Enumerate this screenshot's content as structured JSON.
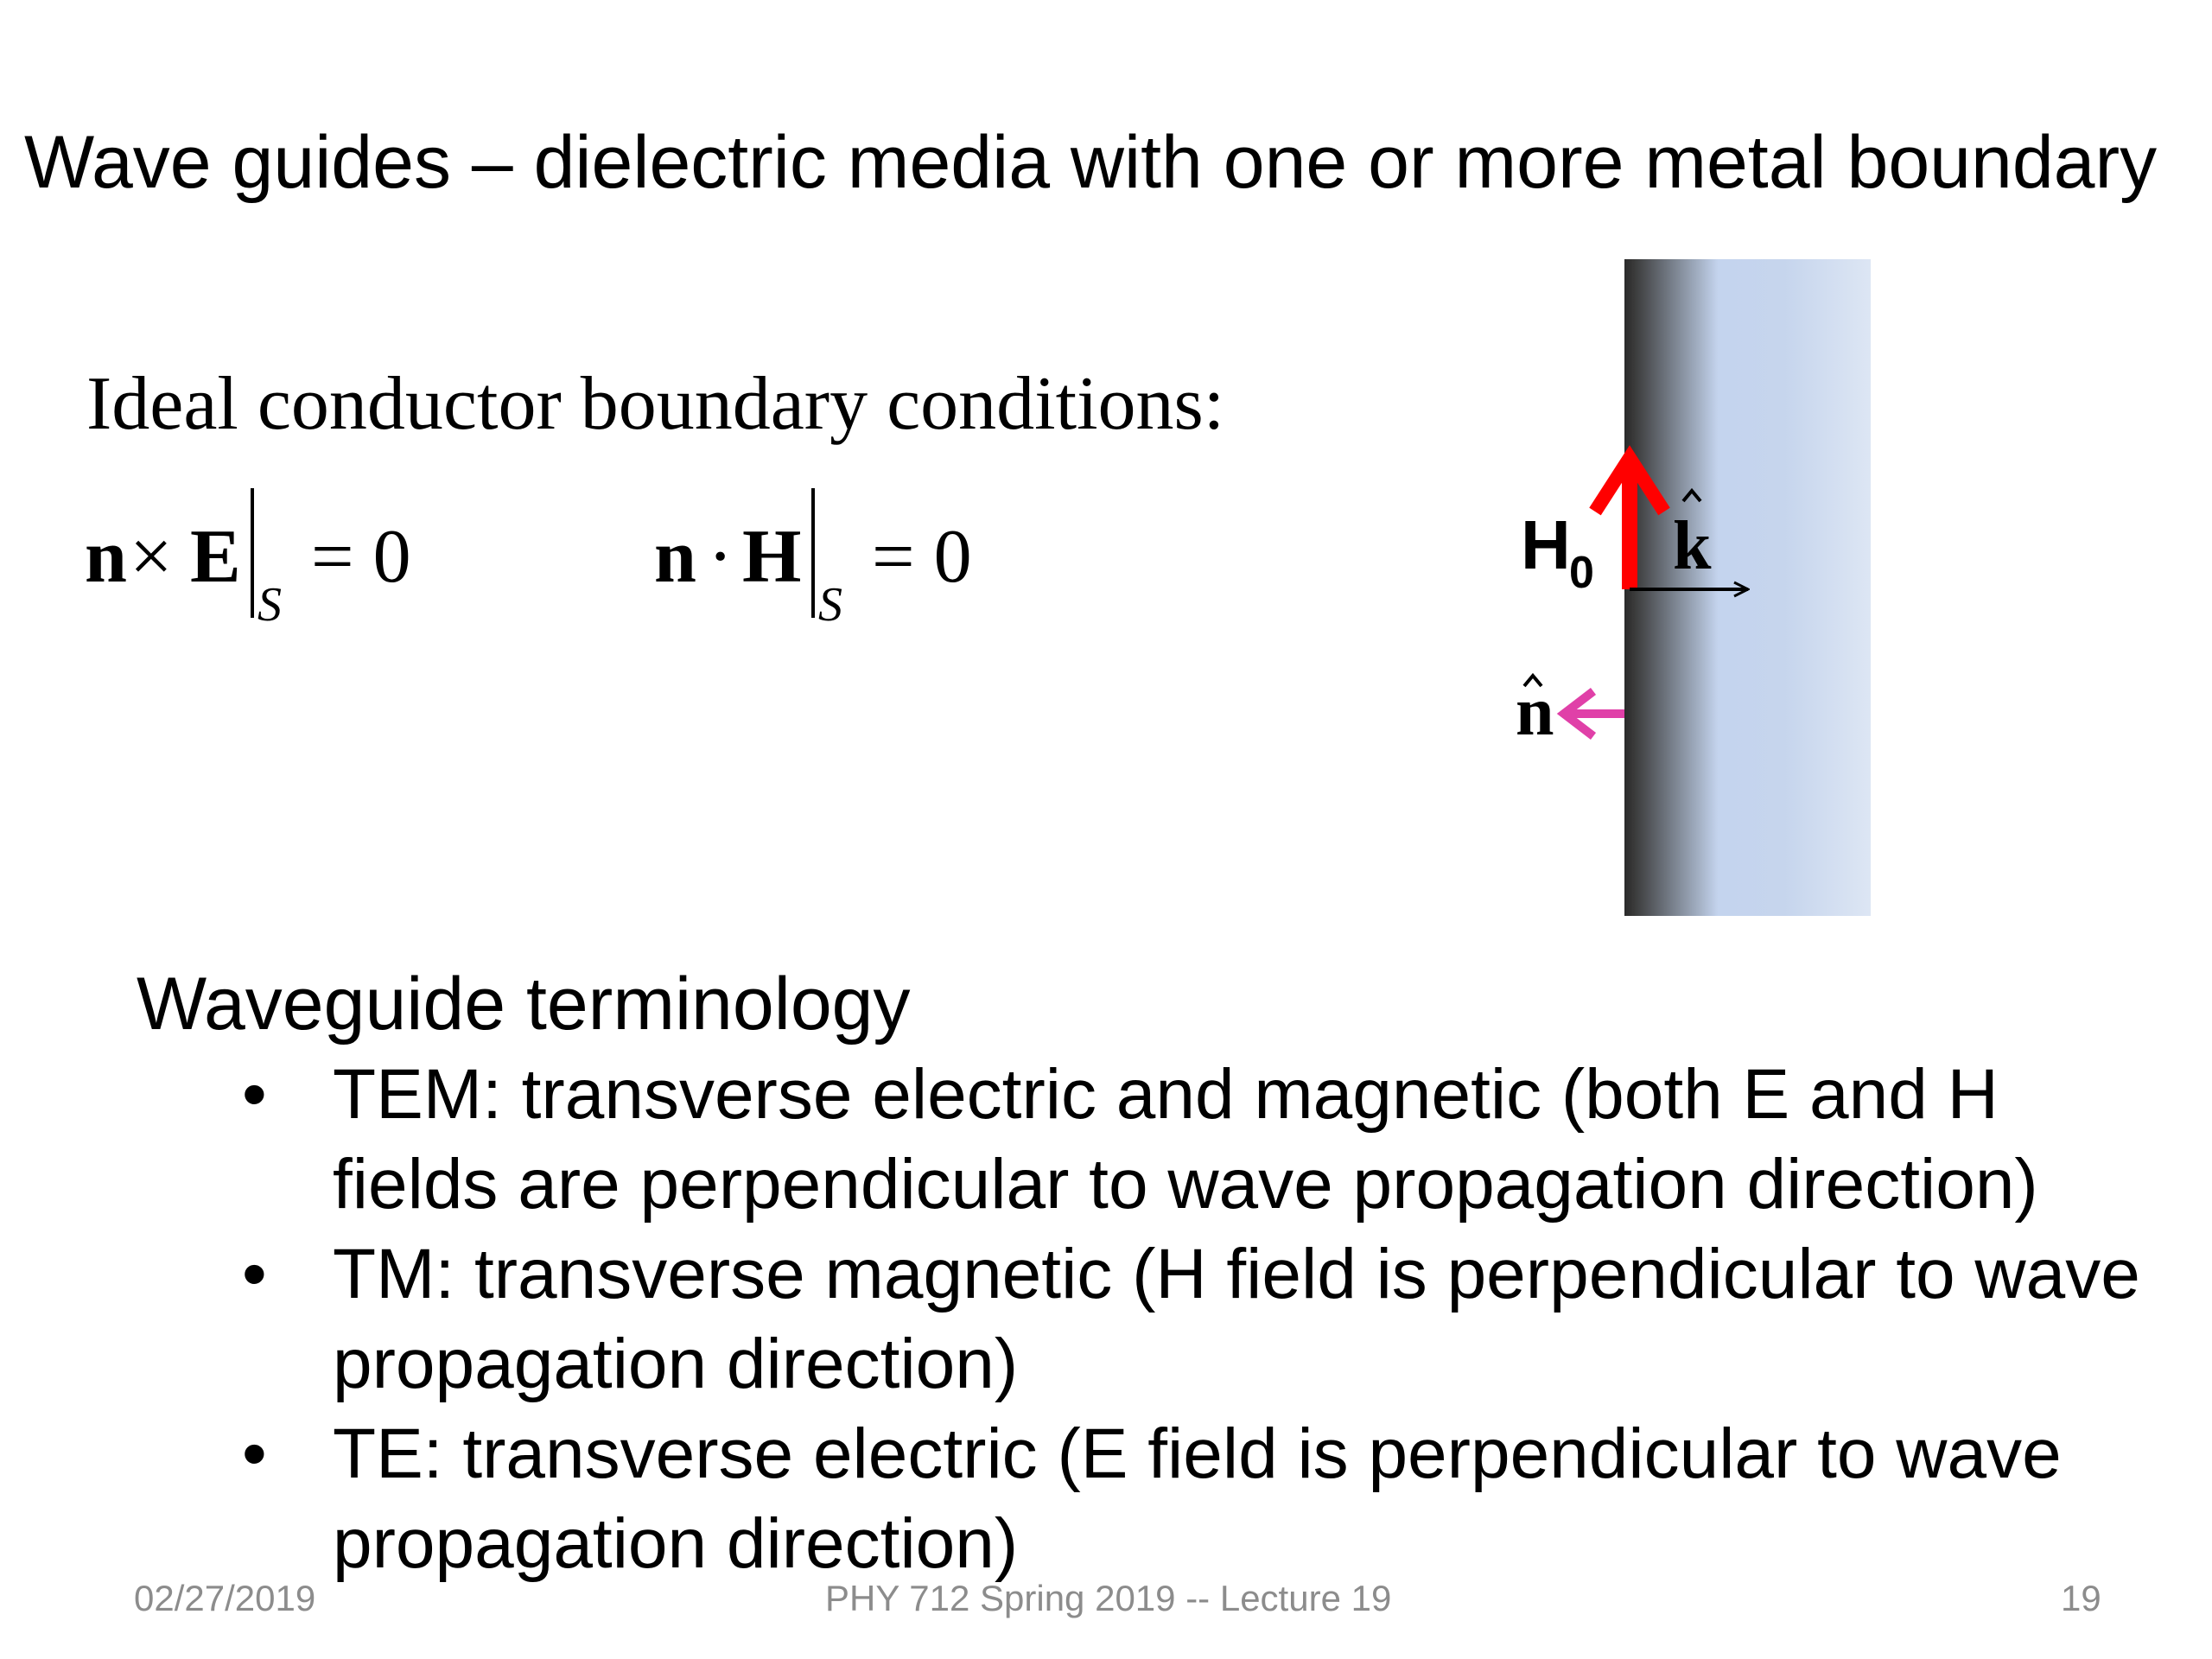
{
  "slide": {
    "title": "Wave guides – dielectric media with one or more metal boundary",
    "boundary_heading": "Ideal conductor boundary conditions:",
    "equations": [
      {
        "lhs_a": "n",
        "op": "×",
        "lhs_b": "E",
        "subscript": "S",
        "rhs": "= 0"
      },
      {
        "lhs_a": "n",
        "op": "·",
        "lhs_b": "H",
        "subscript": "S",
        "rhs": "= 0"
      }
    ],
    "figure": {
      "labels": {
        "h": "H",
        "h_sub": "0",
        "k": "k",
        "n": "n"
      },
      "colors": {
        "h_arrow": "#ff0000",
        "n_arrow": "#e040a8",
        "k_arrow": "#000000",
        "conductor_dark": "#2a2a2a",
        "dielectric": "#c4d4ee"
      }
    },
    "terminology_heading": "Waveguide terminology",
    "bullet_char": "•",
    "bullets": [
      "TEM:  transverse electric and magnetic (both E and H fields are perpendicular to wave propagation direction)",
      "TM: transverse magnetic (H field is perpendicular to wave propagation direction)",
      "TE: transverse electric (E field is perpendicular to wave propagation direction)"
    ],
    "footer": {
      "date": "02/27/2019",
      "course": "PHY 712  Spring 2019 -- Lecture 19",
      "page": "19"
    }
  }
}
